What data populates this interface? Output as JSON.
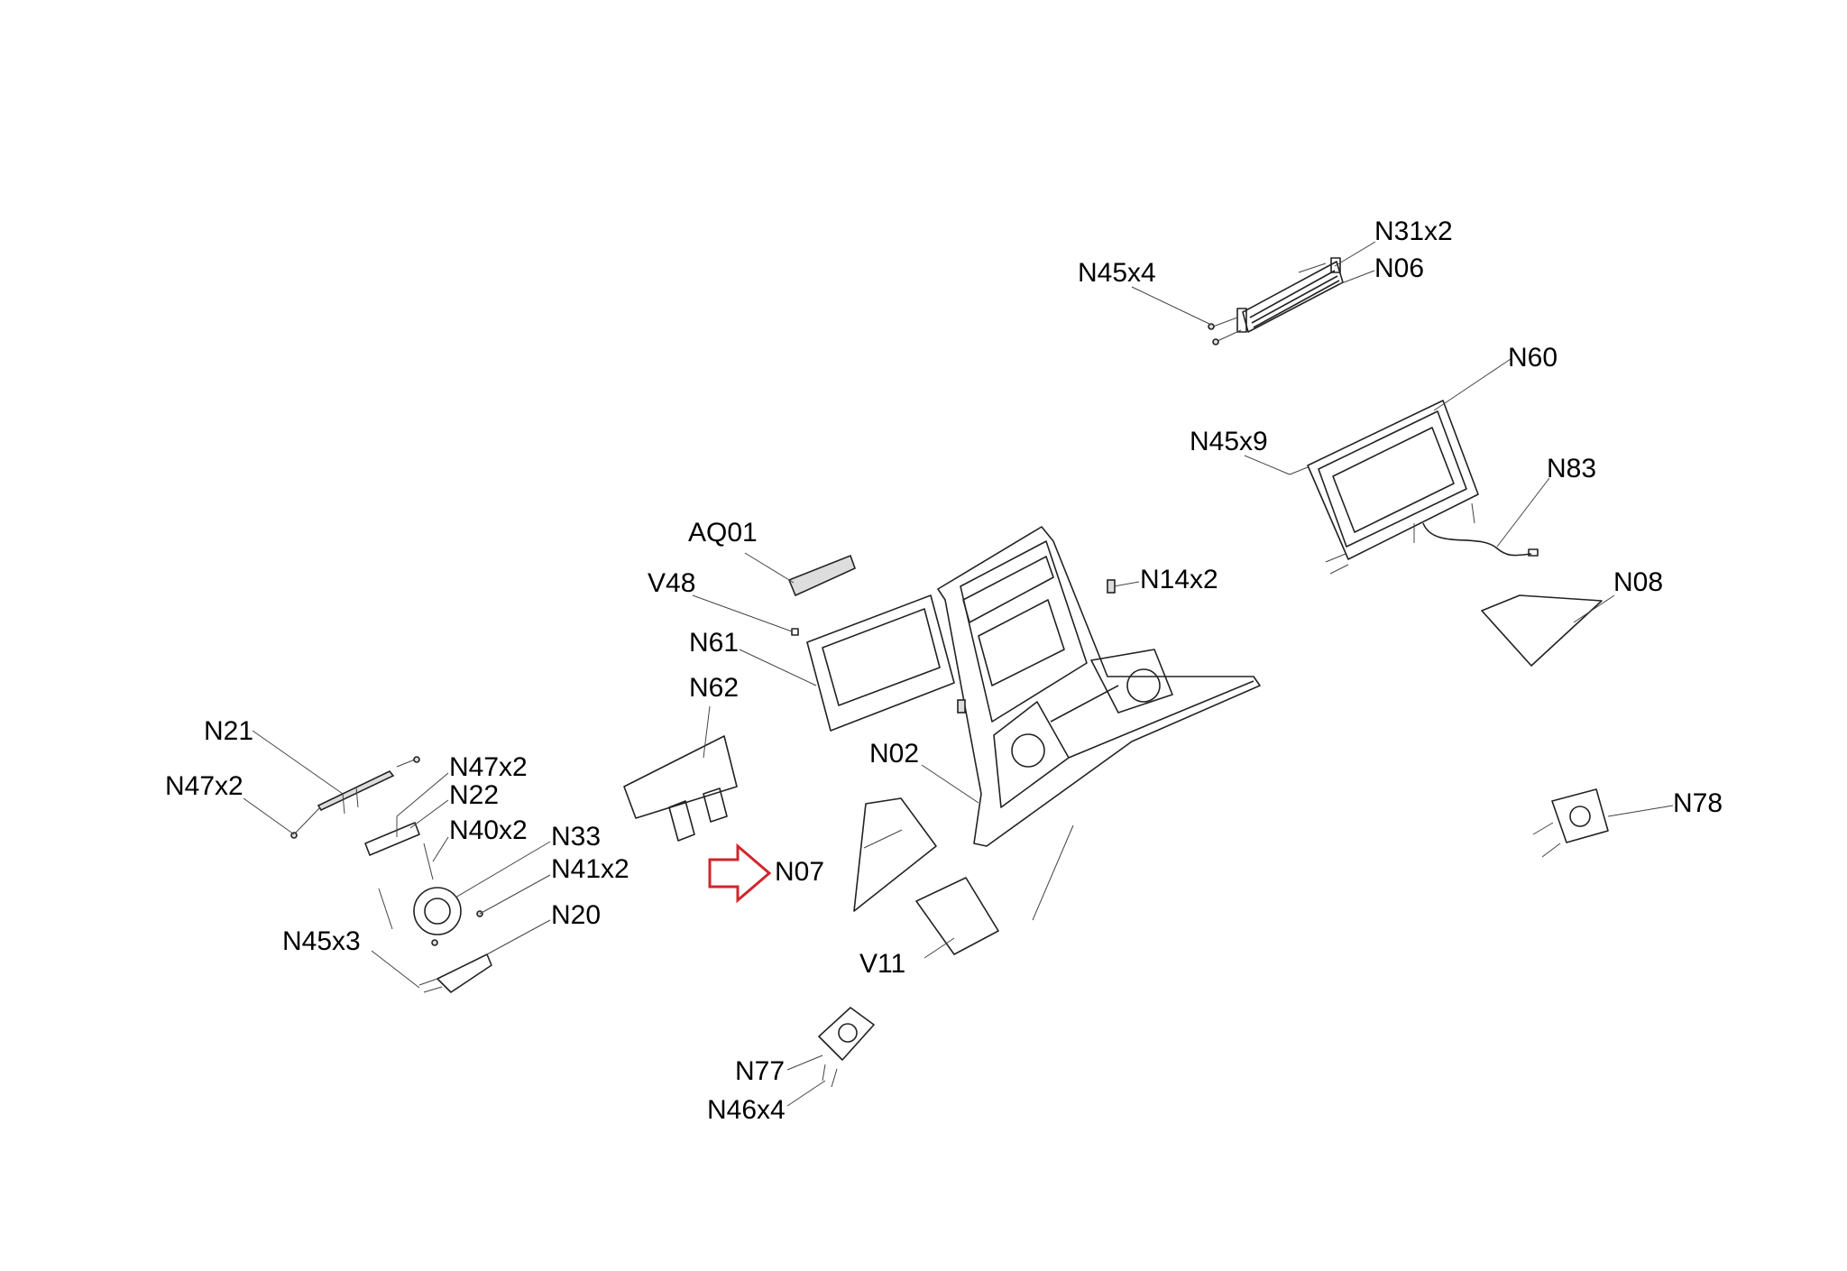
{
  "diagram": {
    "type": "exploded parts diagram",
    "highlight_color": "#d0262c",
    "highlighted_part": "N07",
    "labels": {
      "n31x2": "N31x2",
      "n06": "N06",
      "n45x4": "N45x4",
      "n60": "N60",
      "n45x9": "N45x9",
      "n83": "N83",
      "aq01": "AQ01",
      "n14x2": "N14x2",
      "n08": "N08",
      "v48": "V48",
      "n61": "N61",
      "n62": "N62",
      "n21": "N21",
      "n47x2_right": "N47x2",
      "n02": "N02",
      "n47x2_left": "N47x2",
      "n22": "N22",
      "n78": "N78",
      "n40x2": "N40x2",
      "n33": "N33",
      "n41x2": "N41x2",
      "n07": "N07",
      "n20": "N20",
      "n45x3": "N45x3",
      "v11": "V11",
      "n77": "N77",
      "n46x4": "N46x4"
    }
  }
}
